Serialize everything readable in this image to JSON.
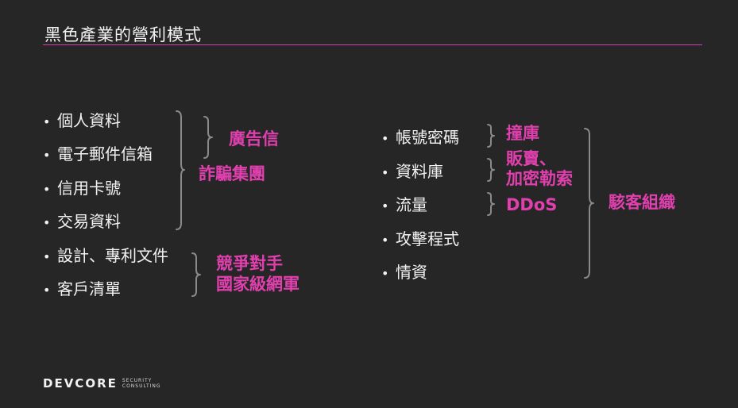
{
  "slide": {
    "title": "黑色產業的營利模式"
  },
  "left_items": [
    "個人資料",
    "電子郵件信箱",
    "信用卡號",
    "交易資料",
    "設計、專利文件",
    "客戶清單"
  ],
  "right_items": [
    "帳號密碼",
    "資料庫",
    "流量",
    "攻擊程式",
    "情資"
  ],
  "labels": {
    "ad_mail": "廣告信",
    "fraud_group": "詐騙集團",
    "competitor": "競爭對手",
    "state_army": "國家級網軍",
    "credential_stuffing": "撞庫",
    "sell_line1": "販賣、",
    "sell_line2": "加密勒索",
    "ddos": "DDoS",
    "hacker_org": "駭客組織"
  },
  "logo": {
    "wordmark": "DEVCORE",
    "sub_line1": "SECURITY",
    "sub_line2": "CONSULTING"
  },
  "colors": {
    "background": "#262626",
    "accent": "#e040ae",
    "text": "#f2f2f2",
    "brace": "#8a8a8a"
  },
  "bullet_glyph": "•"
}
